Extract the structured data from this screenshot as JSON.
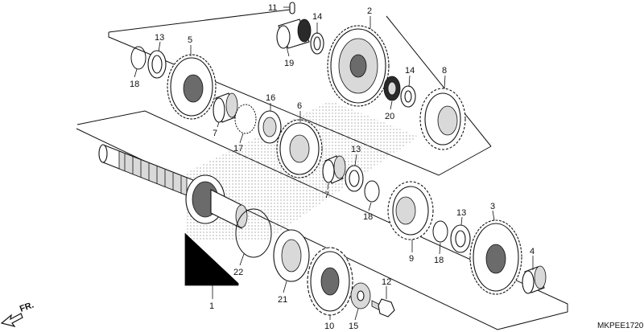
{
  "diagram_code": "MKPEE1720",
  "direction_label": "FR.",
  "callouts": [
    {
      "id": "p11",
      "text": "11"
    },
    {
      "id": "p14a",
      "text": "14"
    },
    {
      "id": "p2",
      "text": "2"
    },
    {
      "id": "p13a",
      "text": "13"
    },
    {
      "id": "p5",
      "text": "5"
    },
    {
      "id": "p18a",
      "text": "18"
    },
    {
      "id": "p19",
      "text": "19"
    },
    {
      "id": "p14b",
      "text": "14"
    },
    {
      "id": "p8",
      "text": "8"
    },
    {
      "id": "p20",
      "text": "20"
    },
    {
      "id": "p16",
      "text": "16"
    },
    {
      "id": "p6",
      "text": "6"
    },
    {
      "id": "p7a",
      "text": "7"
    },
    {
      "id": "p17",
      "text": "17"
    },
    {
      "id": "p13b",
      "text": "13"
    },
    {
      "id": "p7b",
      "text": "7"
    },
    {
      "id": "p18b",
      "text": "18"
    },
    {
      "id": "p3",
      "text": "3"
    },
    {
      "id": "p13c",
      "text": "13"
    },
    {
      "id": "p9",
      "text": "9"
    },
    {
      "id": "p18c",
      "text": "18"
    },
    {
      "id": "p4",
      "text": "4"
    },
    {
      "id": "p22",
      "text": "22"
    },
    {
      "id": "p12",
      "text": "12"
    },
    {
      "id": "p1",
      "text": "1"
    },
    {
      "id": "p21",
      "text": "21"
    },
    {
      "id": "p10",
      "text": "10"
    },
    {
      "id": "p15",
      "text": "15"
    }
  ]
}
